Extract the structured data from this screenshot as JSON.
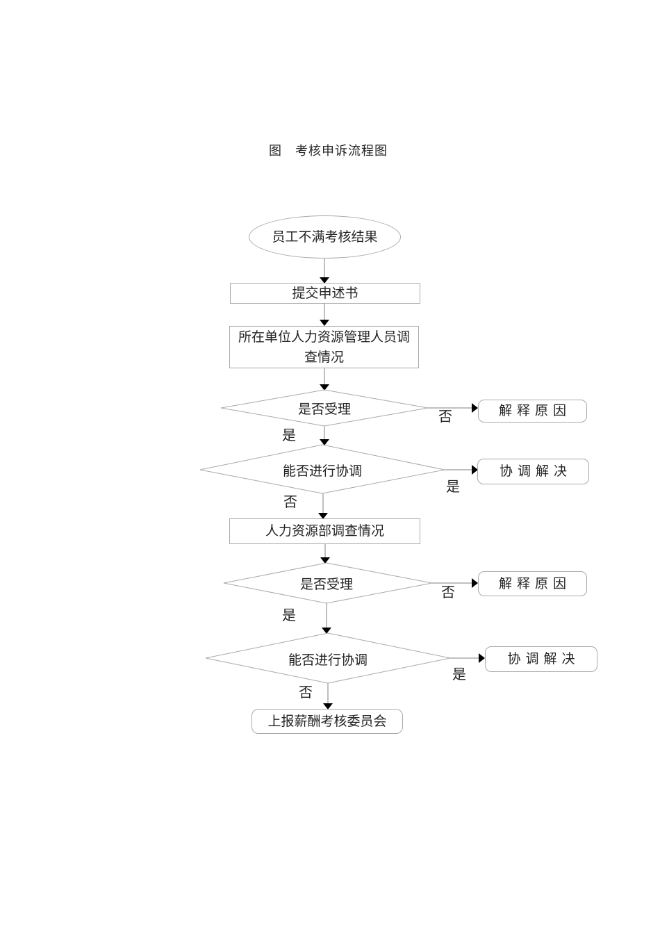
{
  "title": "图　考核申诉流程图",
  "flowchart": {
    "nodes": {
      "start": {
        "type": "start-ellipse",
        "label": "员工不满考核结果"
      },
      "submit": {
        "type": "process",
        "label": "提交申述书"
      },
      "unit_hr": {
        "type": "process",
        "label": "所在单位人力资源管理人员调查情况"
      },
      "accept1": {
        "type": "decision",
        "label": "是否受理"
      },
      "explain1": {
        "type": "result",
        "label": "解释原因"
      },
      "coord1": {
        "type": "decision",
        "label": "能否进行协调"
      },
      "resolve1": {
        "type": "result",
        "label": "协调解决"
      },
      "hr_dept": {
        "type": "process",
        "label": "人力资源部调查情况"
      },
      "accept2": {
        "type": "decision",
        "label": "是否受理"
      },
      "explain2": {
        "type": "result",
        "label": "解释原因"
      },
      "coord2": {
        "type": "decision",
        "label": "能否进行协调"
      },
      "resolve2": {
        "type": "result",
        "label": "协调解决"
      },
      "report": {
        "type": "end",
        "label": "上报薪酬考核委员会"
      }
    },
    "edge_labels": {
      "yes": "是",
      "no": "否"
    },
    "colors": {
      "background": "#ffffff",
      "shape_border": "#a9a9a9",
      "connector": "#808080",
      "arrowhead": "#000000",
      "text": "#242424"
    }
  }
}
